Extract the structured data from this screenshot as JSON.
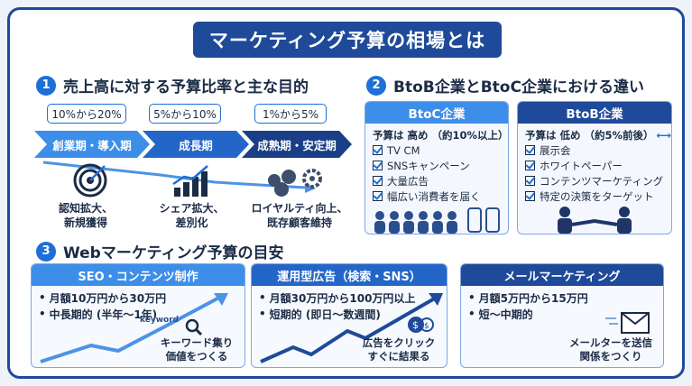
{
  "title": "マーケティング予算の相場とは",
  "section1": {
    "number": "1",
    "heading": "売上高に対する予算比率と主な目的",
    "stages": [
      {
        "rate": "10%から20%",
        "label": "創業期・導入期",
        "icon": "target-icon",
        "text": [
          "認知拡大、",
          "新規獲得"
        ]
      },
      {
        "rate": "5%から10%",
        "label": "成長期",
        "icon": "bar-chart-growth-icon",
        "text": [
          "シェア拡大、",
          "差別化"
        ]
      },
      {
        "rate": "1%から5%",
        "label": "成熟期・安定期",
        "icon": "customers-gear-icon",
        "text": [
          "ロイヤルティ向上、",
          "既存顧客維持"
        ]
      }
    ]
  },
  "section2": {
    "number": "2",
    "heading": "BtoB企業とBtoC企業における違い",
    "btoc": {
      "title": "BtoC企業",
      "budget": "予算は 高め （約10%以上）",
      "items": [
        "TV CM",
        "SNSキャンペーン",
        "大量広告",
        "幅広い消費者を届く"
      ]
    },
    "btob": {
      "title": "BtoB企業",
      "budget": "予算は 低め （約5%前後）",
      "items": [
        "展示会",
        "ホワイトペーパー",
        "コンテンツマーケティング",
        "特定の決策をターゲット"
      ]
    }
  },
  "section3": {
    "number": "3",
    "heading": "Webマーケティング予算の目安",
    "cards": [
      {
        "title": "SEO・コンテンツ制作",
        "bullets": [
          "月額10万円から30万円",
          "中長期的 (半年〜1年)"
        ],
        "note": [
          "キーワード集り",
          "価値をつくる"
        ],
        "tag": "keyword"
      },
      {
        "title": "運用型広告（検索・SNS）",
        "bullets": [
          "月額30万円から100万円以上",
          "短期的 (即日〜数週間)"
        ],
        "note": [
          "広告をクリック",
          "すぐに結果る"
        ]
      },
      {
        "title": "メールマーケティング",
        "bullets": [
          "月額5万円から15万円",
          "短〜中期的"
        ],
        "note": [
          "メールターを送信",
          "関係をつくり"
        ]
      }
    ]
  },
  "colors": {
    "navy": "#1f4a9a",
    "blue": "#1e6fd6",
    "light": "#7fa8e0"
  }
}
